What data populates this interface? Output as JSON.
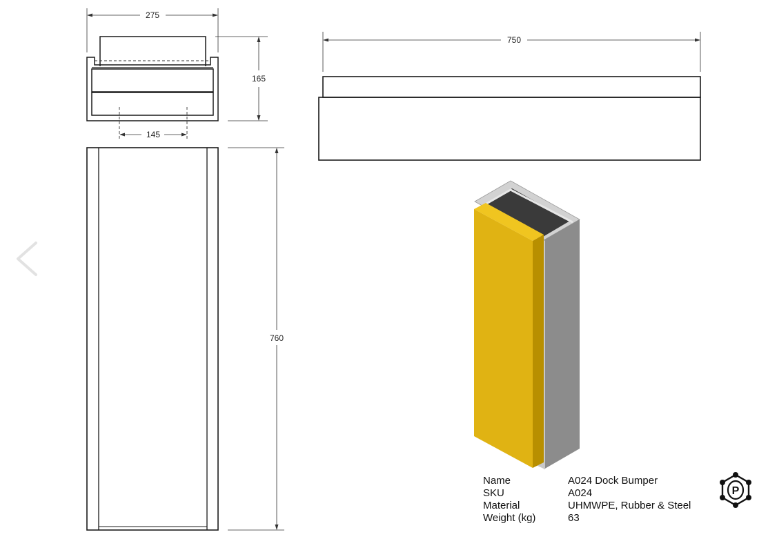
{
  "dimensions": {
    "top_width": "275",
    "top_height": "165",
    "top_inner_width": "145",
    "side_length": "750",
    "front_height": "760"
  },
  "specs": [
    {
      "label": "Name",
      "value": "A024 Dock Bumper"
    },
    {
      "label": "SKU",
      "value": "A024"
    },
    {
      "label": "Material",
      "value": "UHMWPE, Rubber & Steel"
    },
    {
      "label": "Weight (kg)",
      "value": "63"
    }
  ],
  "logo": {
    "letter": "P",
    "icon": "molecule-logo-icon"
  },
  "navigation": {
    "prev_icon": "chevron-left-icon"
  },
  "colors": {
    "bumper_yellow": "#E0B313",
    "bumper_yellow_side": "#B88F00",
    "rubber_black": "#3A3A3A",
    "steel_grey": "#8C8C8C",
    "steel_light": "#D2D2D2",
    "line": "#1A1A1A"
  }
}
